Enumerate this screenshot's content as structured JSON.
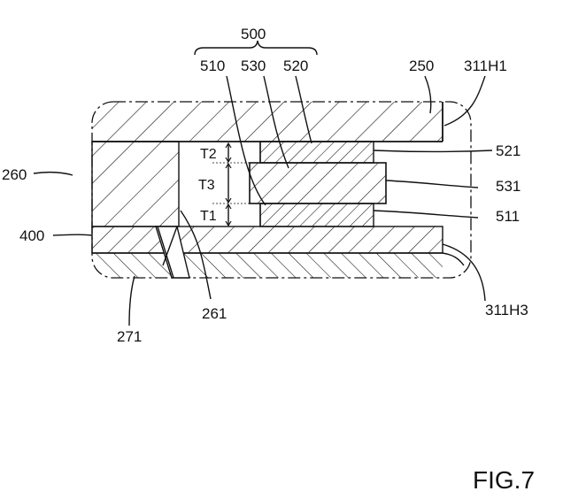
{
  "figure": {
    "caption": "FIG.7",
    "labels": {
      "l500": "500",
      "l510": "510",
      "l530": "530",
      "l520": "520",
      "l250": "250",
      "l311H1": "311H1",
      "lT2": "T2",
      "lT3": "T3",
      "lT1": "T1",
      "l260": "260",
      "l521": "521",
      "l531": "531",
      "l511": "511",
      "l400": "400",
      "l311H3": "311H3",
      "l271": "271",
      "l261": "261"
    }
  }
}
